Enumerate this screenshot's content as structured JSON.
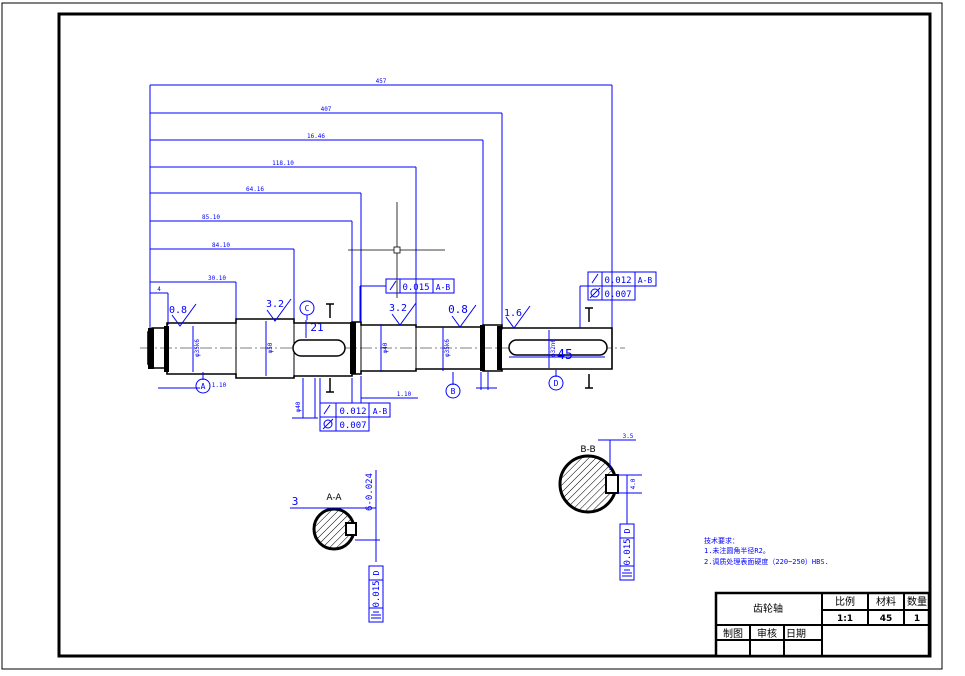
{
  "dims": {
    "d_overall": "457",
    "d_407": "407",
    "d_tenth": "16.46",
    "d_118": "118.10",
    "d_88": "64.16",
    "d_86": "85.10",
    "d_82": "84.10",
    "d_26": "30.10",
    "d_small": "4",
    "d_fl1": "1.10",
    "d_fl2": "1.10",
    "d_21": "21",
    "d_45": "45",
    "d_3": "3"
  },
  "roughness": {
    "r1": "0.8",
    "r2": "3.2",
    "r3": "3.2",
    "r4": "0.8",
    "r5": "1.6"
  },
  "diameters": {
    "d1": "φ35k6",
    "d2": "φ50",
    "d3": "φ40",
    "d4": "φ35k6",
    "d5": "φ32n6",
    "d6": "φ40"
  },
  "datums": {
    "a": "A",
    "b": "B",
    "c": "C",
    "d": "D"
  },
  "tolerances": {
    "top": {
      "value": "0.015",
      "ref": "A-B"
    },
    "right_runout": {
      "value": "0.012",
      "ref": "A-B"
    },
    "right_cyl": {
      "value": "0.007"
    },
    "bottom_runout": {
      "value": "0.012",
      "ref": "A-B"
    },
    "bottom_cyl": {
      "value": "0.007"
    },
    "sec_a": {
      "value": "0.015",
      "ref": "D"
    },
    "sec_b": {
      "value": "0.015",
      "ref": "D"
    }
  },
  "sections": {
    "aa_label": "A-A",
    "bb_label": "B-B",
    "aa_depth": "6-0.024",
    "bb_width": "3.5",
    "bb_depth": "4.0"
  },
  "notes": {
    "heading": "技术要求：",
    "line1": "1.未注圆角半径R2。",
    "line2": "2.调质处理表面硬度（220~250）HBS."
  },
  "title_block": {
    "part_name": "齿轮轴",
    "scale_label": "比例",
    "material_label": "材料",
    "qty_label": "数量",
    "draw_label": "制图",
    "check_label": "审核",
    "date_label": "日期",
    "scale_value": "1:1",
    "material_value": "45",
    "qty_value": "1"
  }
}
